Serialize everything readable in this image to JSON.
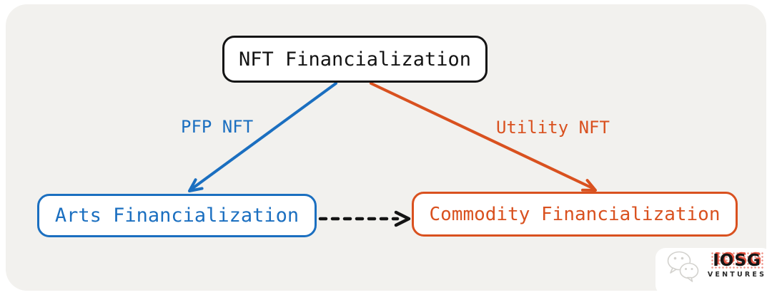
{
  "colors": {
    "blue": "#1b6fc0",
    "orange": "#d9511f",
    "ink": "#141414",
    "panel": "#f2f1ee"
  },
  "diagram": {
    "nodes": {
      "root": {
        "label": "NFT Financialization"
      },
      "arts": {
        "label": "Arts Financialization"
      },
      "commodity": {
        "label": "Commodity Financialization"
      }
    },
    "edges": {
      "pfp": {
        "label": "PFP NFT",
        "from": "root",
        "to": "arts"
      },
      "utility": {
        "label": "Utility NFT",
        "from": "root",
        "to": "commodity"
      },
      "arts_to_commodity": {
        "from": "arts",
        "to": "commodity",
        "style": "dashed"
      }
    }
  },
  "watermark": {
    "brand": "IOSG",
    "unit": "VENTURES",
    "icon": "wechat-icon"
  }
}
